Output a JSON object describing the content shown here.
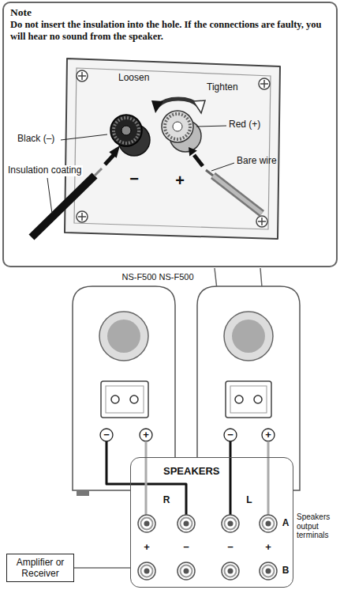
{
  "diagram": {
    "nodes": [
      {
        "text": [
          "Note",
          "Do not insert the insulation into the hole. If the connections are faulty, you will hear no sound from the speaker."
        ]
      },
      {
        "text": [
          "SPEAKERS"
        ]
      },
      {
        "text": [
          "Amplifier or Receiver"
        ]
      }
    ],
    "edges": [
      {
        "from": 2,
        "to": 1,
        "arrow": "none"
      }
    ],
    "labels": [
      "Loosen",
      "Tighten",
      "Red (+)",
      "Black (–)",
      "Bare wire",
      "Insulation coating",
      "−",
      "+",
      "NS-F500 NS-F500",
      "−",
      "+",
      "−",
      "+",
      "R",
      "L",
      "A",
      "B",
      "+",
      "−",
      "−",
      "+",
      "Speakers output terminals"
    ]
  }
}
